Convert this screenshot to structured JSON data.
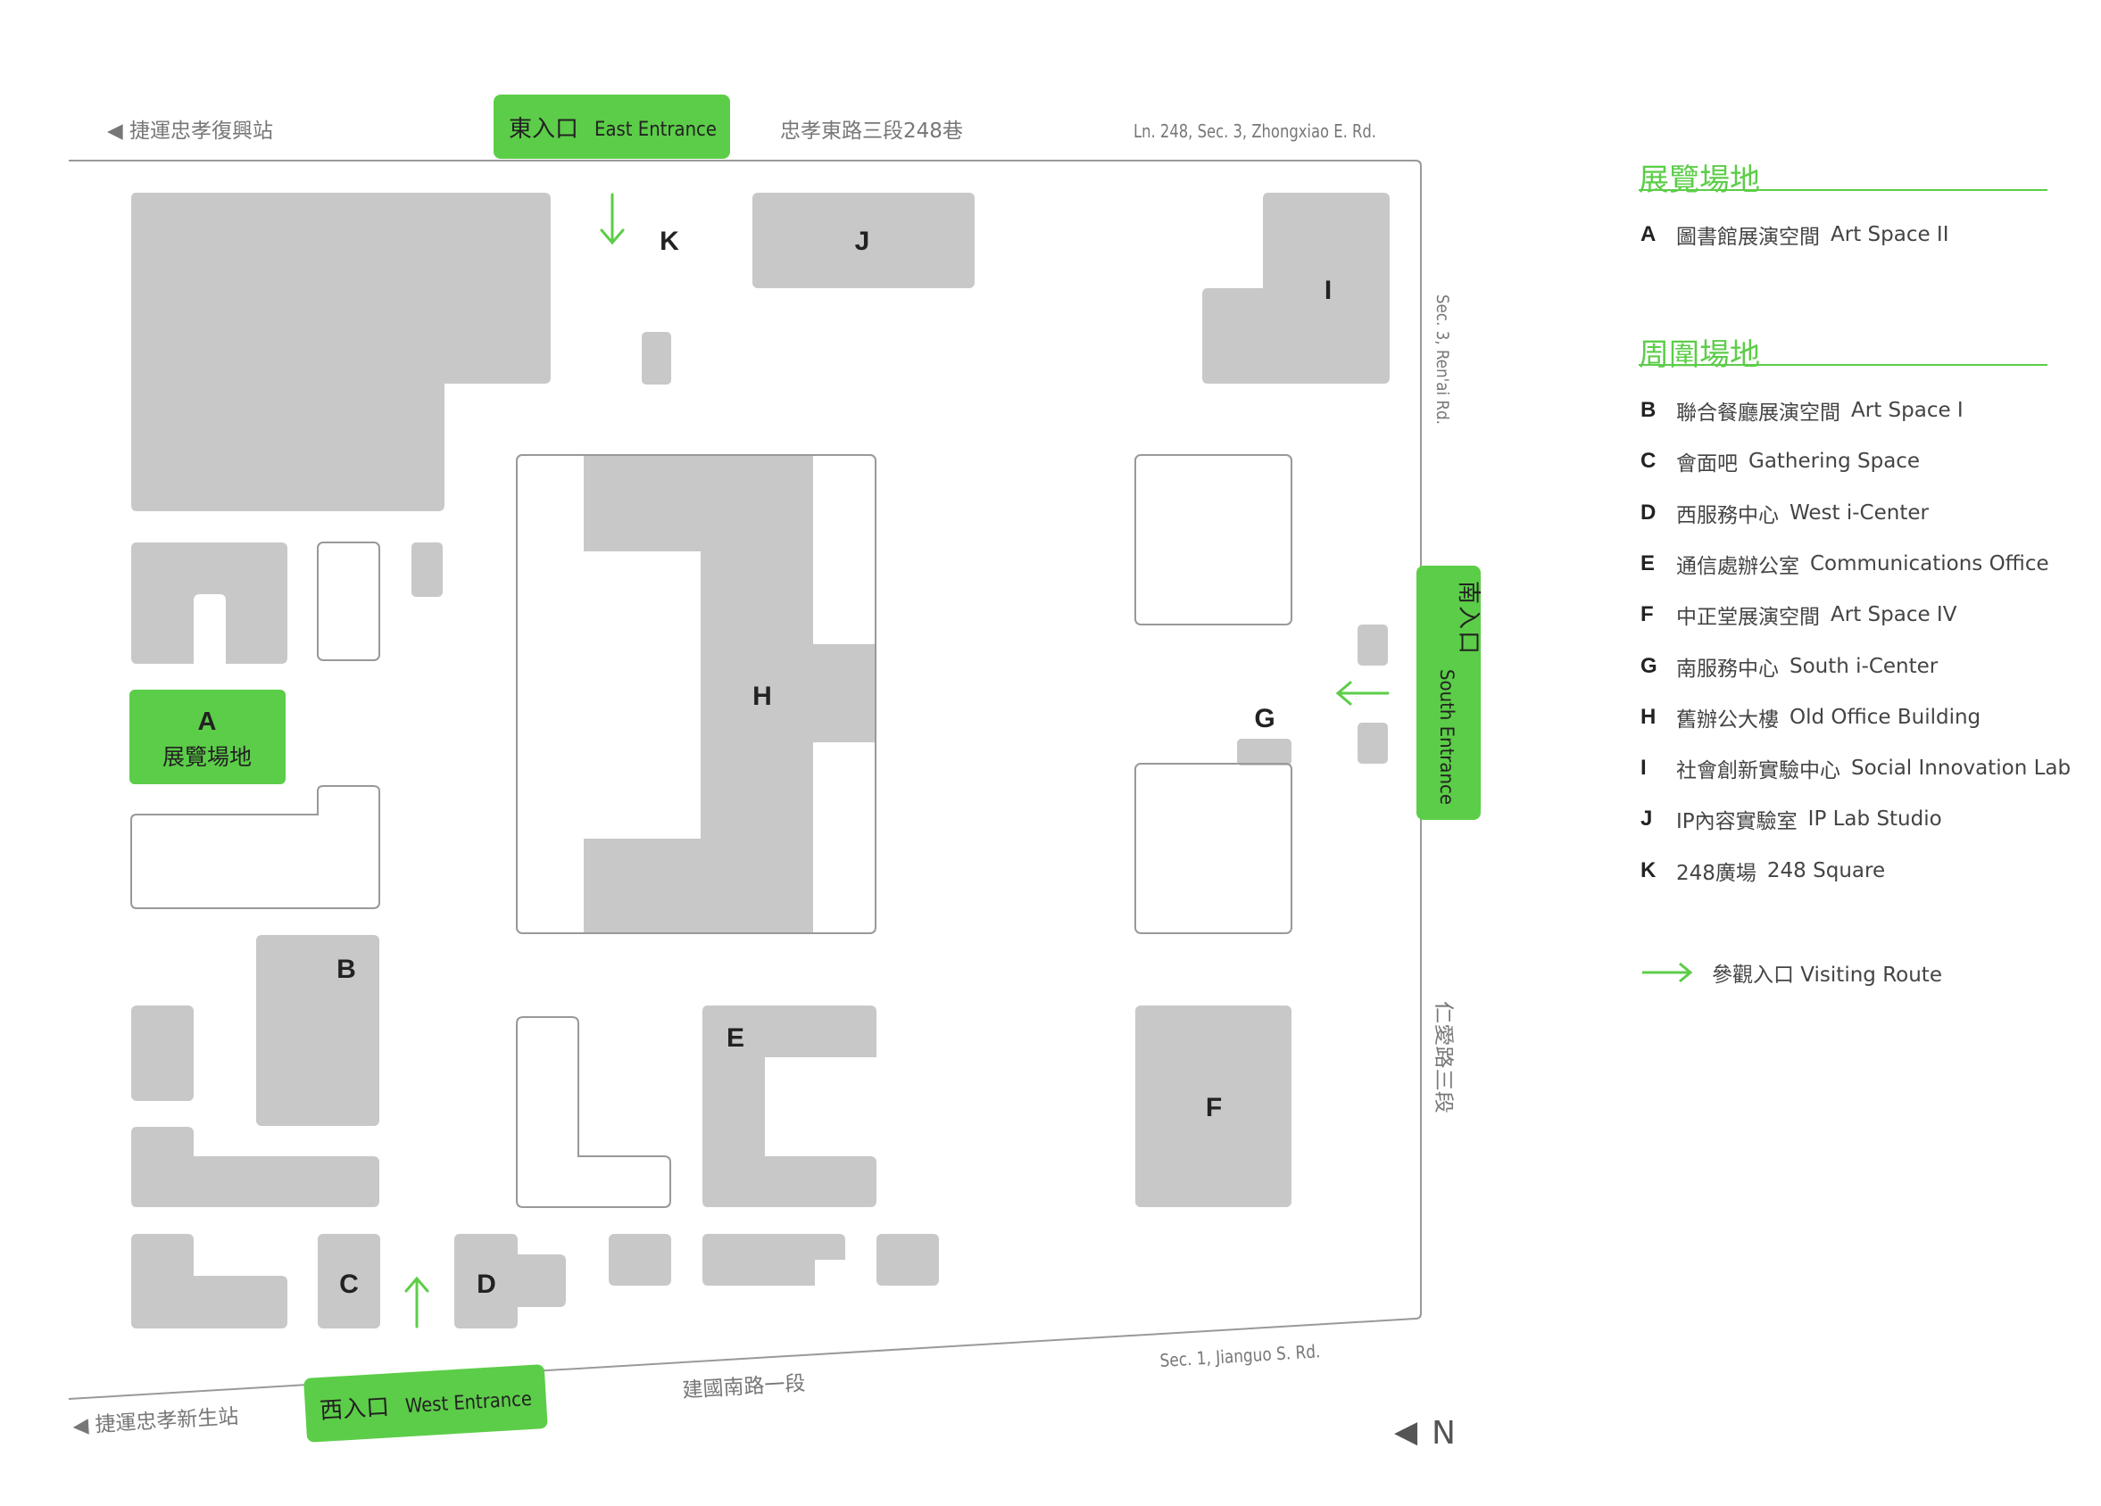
{
  "colors": {
    "accent": "#5ccd48",
    "building": "#c8c8c8",
    "outline": "#999999",
    "text": "#666666"
  },
  "streets": {
    "metro_north": "◀ 捷運忠孝復興站",
    "lane_zh": "忠孝東路三段248巷",
    "lane_en": "Ln. 248, Sec. 3, Zhongxiao E. Rd.",
    "renai_en": "Sec. 3, Ren'ai Rd.",
    "renai_zh": "仁愛路三段",
    "jianguo_zh": "建國南路一段",
    "jianguo_en": "Sec. 1, Jianguo S. Rd.",
    "metro_south": "◀ 捷運忠孝新生站"
  },
  "entrances": {
    "east": {
      "zh": "東入口",
      "en": "East Entrance"
    },
    "west": {
      "zh": "西入口",
      "en": "West Entrance"
    },
    "south": {
      "zh": "南入口",
      "en": "South Entrance"
    }
  },
  "map_labels": {
    "A": "A",
    "A_sub": "展覽場地",
    "B": "B",
    "C": "C",
    "D": "D",
    "E": "E",
    "F": "F",
    "G": "G",
    "H": "H",
    "I": "I",
    "J": "J",
    "K": "K"
  },
  "north": {
    "label": "N",
    "arrow": "◀"
  },
  "legend": {
    "exhibition_title": "展覽場地",
    "exhibition_items": [
      {
        "key": "A",
        "zh": "圖書館展演空間",
        "en": "Art Space II"
      }
    ],
    "surrounding_title": "周圍場地",
    "surrounding_items": [
      {
        "key": "B",
        "zh": "聯合餐廳展演空間",
        "en": "Art Space I"
      },
      {
        "key": "C",
        "zh": "會面吧",
        "en": "Gathering Space"
      },
      {
        "key": "D",
        "zh": "西服務中心",
        "en": "West i-Center"
      },
      {
        "key": "E",
        "zh": "通信處辦公室",
        "en": "Communications Office"
      },
      {
        "key": "F",
        "zh": "中正堂展演空間",
        "en": "Art Space IV"
      },
      {
        "key": "G",
        "zh": "南服務中心",
        "en": "South i-Center"
      },
      {
        "key": "H",
        "zh": "舊辦公大樓",
        "en": "Old Office Building"
      },
      {
        "key": "I",
        "zh": "社會創新實驗中心",
        "en": "Social Innovation Lab"
      },
      {
        "key": "J",
        "zh": "IP內容實驗室",
        "en": "IP Lab Studio"
      },
      {
        "key": "K",
        "zh": "248廣場",
        "en": "248 Square"
      }
    ],
    "route_label": "參觀入口 Visiting Route"
  }
}
